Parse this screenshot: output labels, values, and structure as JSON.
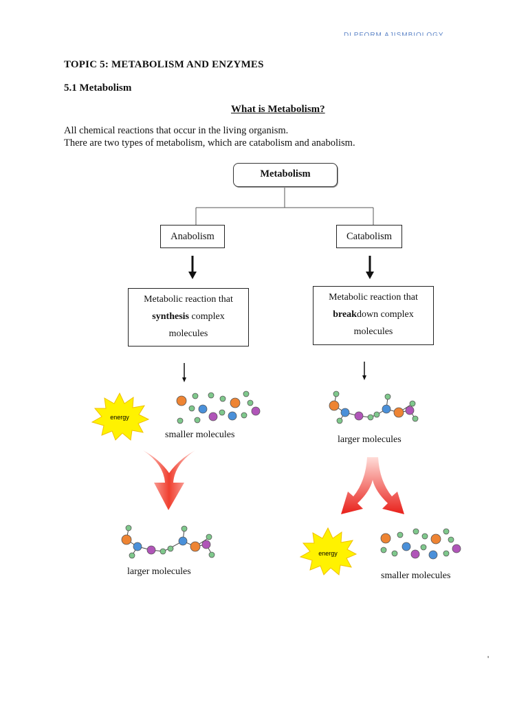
{
  "header": {
    "mark": "DLPFORM AJISMBIOLOGY"
  },
  "document": {
    "topic": "TOPIC 5: METABOLISM AND ENZYMES",
    "section": "5.1 Metabolism",
    "subheading": "What is Metabolism?",
    "paragraphs": [
      "All chemical reactions that occur in the living organism.",
      "There are two types of metabolism, which are catabolism and anabolism."
    ]
  },
  "diagram": {
    "root": "Metabolism",
    "anabolism": {
      "label": "Anabolism",
      "desc_line1": "Metabolic reaction that",
      "desc_bold": "synthesis",
      "desc_rest": " complex",
      "desc_line3": "molecules",
      "input_label": "smaller molecules",
      "output_label": "larger molecules",
      "energy_label": "energy"
    },
    "catabolism": {
      "label": "Catabolism",
      "desc_line1": "Metabolic reaction that",
      "desc_bold": "break",
      "desc_rest": "down complex",
      "desc_line3": "molecules",
      "input_label": "larger molecules",
      "output_label": "smaller molecules",
      "energy_label": "energy"
    }
  },
  "footer": {
    "page_mark": "'"
  },
  "colors": {
    "orange": "#ee8433",
    "blue": "#4a90d9",
    "purple": "#b055b8",
    "green": "#7fc88c",
    "energy": "#fff200",
    "arrow_red": "#e8201a"
  }
}
